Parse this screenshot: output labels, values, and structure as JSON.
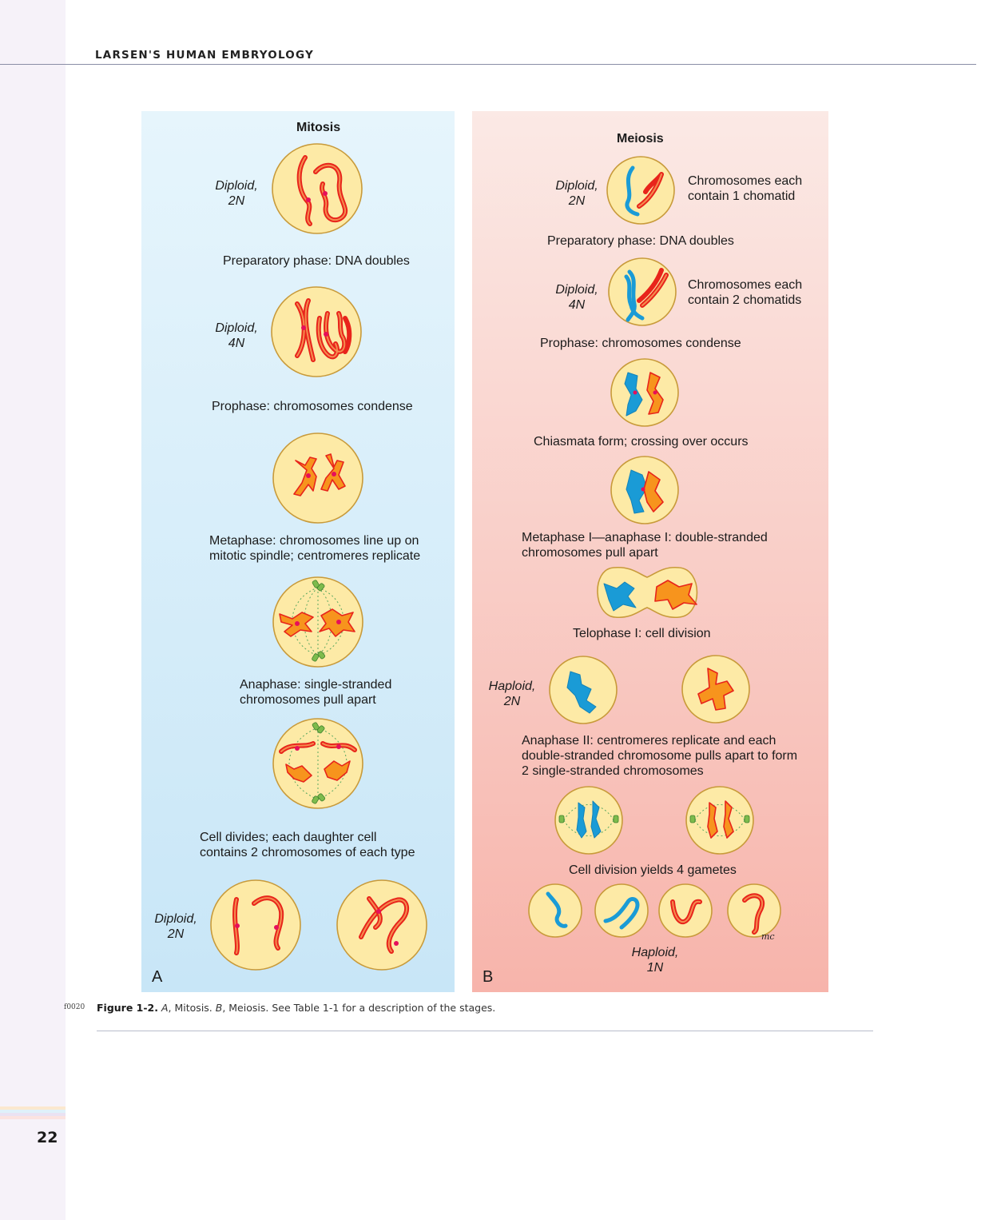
{
  "header": {
    "book_title": "LARSEN'S HUMAN EMBRYOLOGY",
    "page_number": "22"
  },
  "mitosis": {
    "title": "Mitosis",
    "panel_letter": "A",
    "ploidy_top": [
      "Diploid,",
      "2N"
    ],
    "ploidy_second": [
      "Diploid,",
      "4N"
    ],
    "ploidy_bottom": [
      "Diploid,",
      "2N"
    ],
    "steps": {
      "preparatory": "Preparatory phase: DNA doubles",
      "prophase": "Prophase: chromosomes condense",
      "metaphase": [
        "Metaphase: chromosomes line up on",
        "mitotic spindle; centromeres replicate"
      ],
      "anaphase": [
        "Anaphase: single-stranded",
        "chromosomes pull apart"
      ],
      "division": [
        "Cell divides; each daughter cell",
        "contains 2 chromosomes of each type"
      ]
    }
  },
  "meiosis": {
    "title": "Meiosis",
    "panel_letter": "B",
    "ploidy_top": [
      "Diploid,",
      "2N"
    ],
    "ploidy_second": [
      "Diploid,",
      "4N"
    ],
    "ploidy_haploid2n": [
      "Haploid,",
      "2N"
    ],
    "ploidy_haploid1n": [
      "Haploid,",
      "1N"
    ],
    "note_one_chromatid": [
      "Chromosomes each",
      "contain 1 chomatid"
    ],
    "note_two_chromatids": [
      "Chromosomes each",
      "contain 2 chomatids"
    ],
    "steps": {
      "preparatory": "Preparatory phase: DNA doubles",
      "prophase": "Prophase: chromosomes condense",
      "chiasmata": "Chiasmata form; crossing over occurs",
      "metaphase1": [
        "Metaphase I—anaphase I: double-stranded",
        "chromosomes pull apart"
      ],
      "telophase1": "Telophase I: cell division",
      "anaphase2": [
        "Anaphase II: centromeres replicate and each",
        "double-stranded chromosome pulls apart to form",
        "2 single-stranded chromosomes"
      ],
      "gametes": "Cell division yields 4 gametes"
    },
    "artist_signature": "mc"
  },
  "caption": {
    "figure_id": "f0020",
    "label": "Figure 1-2.",
    "part_a_letter": "A",
    "part_a_text": ", Mitosis. ",
    "part_b_letter": "B",
    "part_b_text": ", Meiosis. See Table 1-1 for a description of the stages."
  },
  "colors": {
    "mitosis_panel": "#d6eef9",
    "meiosis_panel": "#f9cfc8",
    "cell_fill": "#fdeaa6",
    "chromosome_red": "#e8241b",
    "chromosome_orange": "#f7941d",
    "chromosome_blue": "#1a9bd6",
    "centriole_green": "#7dbb4c"
  }
}
